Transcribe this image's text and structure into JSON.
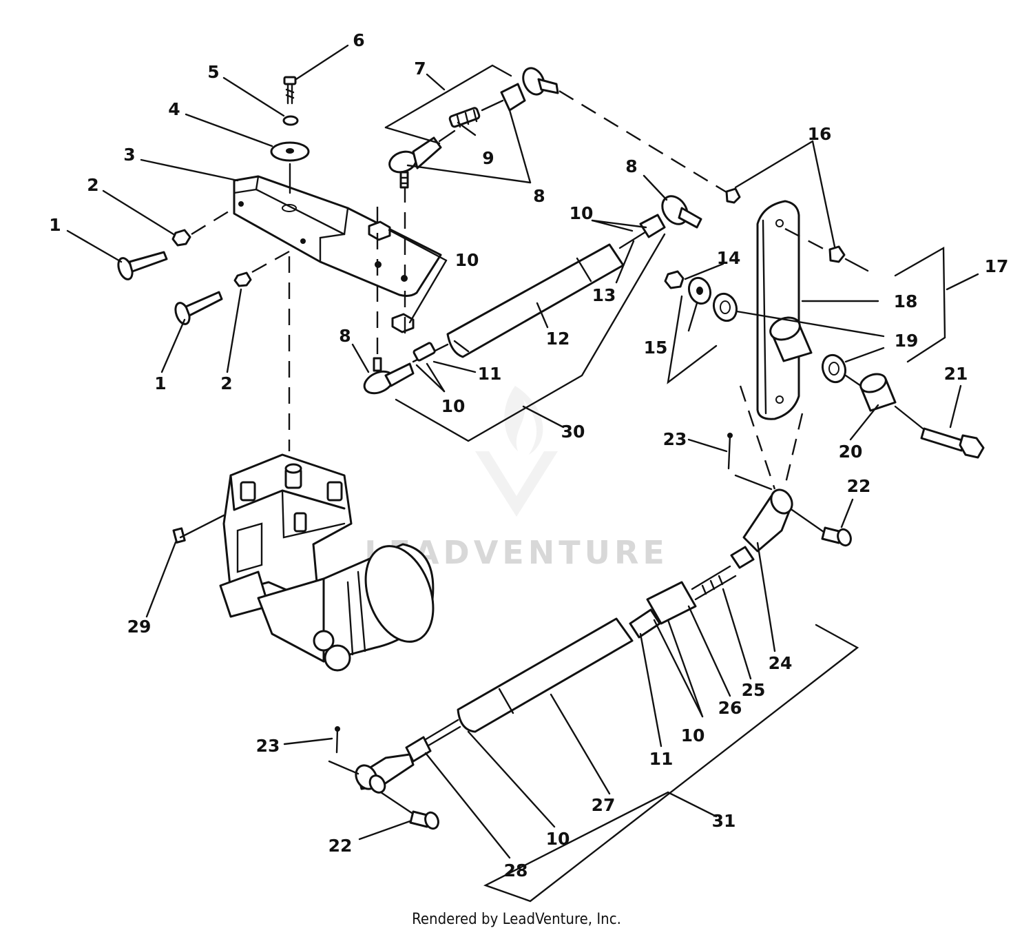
{
  "watermark": "LEADVENTURE",
  "footer": "Rendered by LeadVenture, Inc.",
  "callouts": [
    {
      "id": "c1a",
      "text": "1"
    },
    {
      "id": "c2a",
      "text": "2"
    },
    {
      "id": "c3",
      "text": "3"
    },
    {
      "id": "c4",
      "text": "4"
    },
    {
      "id": "c5",
      "text": "5"
    },
    {
      "id": "c6",
      "text": "6"
    },
    {
      "id": "c7",
      "text": "7"
    },
    {
      "id": "c8a",
      "text": "8"
    },
    {
      "id": "c9",
      "text": "9"
    },
    {
      "id": "c8b",
      "text": "8"
    },
    {
      "id": "c10a",
      "text": "10"
    },
    {
      "id": "c10b",
      "text": "10"
    },
    {
      "id": "c1b",
      "text": "1"
    },
    {
      "id": "c2b",
      "text": "2"
    },
    {
      "id": "c13",
      "text": "13"
    },
    {
      "id": "c12",
      "text": "12"
    },
    {
      "id": "c8c",
      "text": "8"
    },
    {
      "id": "c11a",
      "text": "11"
    },
    {
      "id": "c10c",
      "text": "10"
    },
    {
      "id": "c30",
      "text": "30"
    },
    {
      "id": "c16",
      "text": "16"
    },
    {
      "id": "c17",
      "text": "17"
    },
    {
      "id": "c14",
      "text": "14"
    },
    {
      "id": "c18",
      "text": "18"
    },
    {
      "id": "c15",
      "text": "15"
    },
    {
      "id": "c19",
      "text": "19"
    },
    {
      "id": "c21",
      "text": "21"
    },
    {
      "id": "c20",
      "text": "20"
    },
    {
      "id": "c23a",
      "text": "23"
    },
    {
      "id": "c22a",
      "text": "22"
    },
    {
      "id": "c29",
      "text": "29"
    },
    {
      "id": "c24",
      "text": "24"
    },
    {
      "id": "c25",
      "text": "25"
    },
    {
      "id": "c26",
      "text": "26"
    },
    {
      "id": "c10d",
      "text": "10"
    },
    {
      "id": "c11b",
      "text": "11"
    },
    {
      "id": "c23b",
      "text": "23"
    },
    {
      "id": "c27",
      "text": "27"
    },
    {
      "id": "c31",
      "text": "31"
    },
    {
      "id": "c22b",
      "text": "22"
    },
    {
      "id": "c10e",
      "text": "10"
    },
    {
      "id": "c28",
      "text": "28"
    }
  ]
}
